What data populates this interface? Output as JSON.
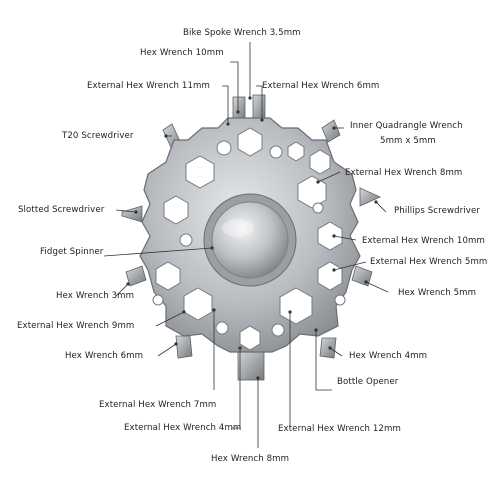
{
  "title": "",
  "colors": {
    "label": "#222222",
    "leader": "#333333",
    "metal_light": "#d9dbdd",
    "metal_mid": "#a7abaf",
    "metal_dark": "#6e7276",
    "hole": "#ffffff"
  },
  "labels": {
    "bike_spoke_wrench": "Bike Spoke Wrench 3.5mm",
    "hex_wrench_10": "Hex Wrench 10mm",
    "ext_hex_11": "External Hex Wrench 11mm",
    "ext_hex_6": "External Hex Wrench 6mm",
    "inner_quad_line1": "Inner Quadrangle Wrench",
    "inner_quad_line2": "5mm x 5mm",
    "t20": "T20 Screwdriver",
    "ext_hex_8": "External Hex Wrench 8mm",
    "slotted": "Slotted Screwdriver",
    "phillips": "Phillips Screwdriver",
    "ext_hex_10": "External Hex Wrench 10mm",
    "fidget": "Fidget Spinner",
    "ext_hex_5": "External Hex Wrench 5mm",
    "hex_wrench_3": "Hex Wrench 3mm",
    "hex_wrench_5": "Hex Wrench 5mm",
    "ext_hex_9": "External Hex Wrench 9mm",
    "hex_wrench_6": "Hex Wrench 6mm",
    "hex_wrench_4": "Hex Wrench 4mm",
    "bottle_opener": "Bottle Opener",
    "ext_hex_7": "External Hex Wrench 7mm",
    "ext_hex_4": "External Hex Wrench 4mm",
    "ext_hex_12": "External Hex Wrench 12mm",
    "hex_wrench_8": "Hex Wrench 8mm"
  }
}
